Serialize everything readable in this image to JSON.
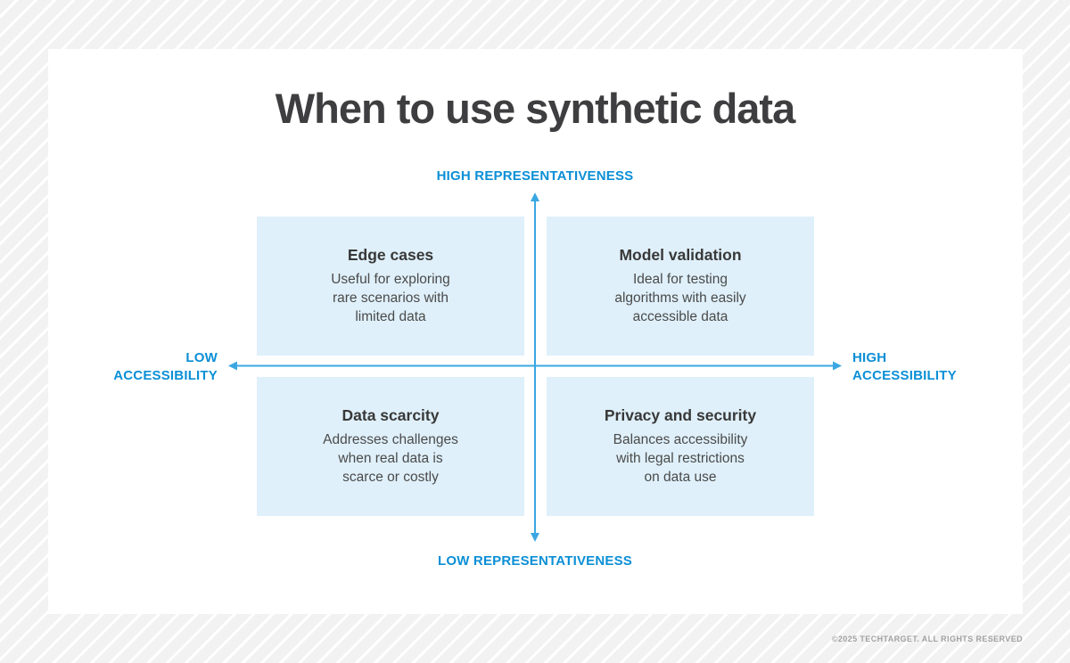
{
  "title": "When to use synthetic data",
  "colors": {
    "accent_blue": "#0b8fd6",
    "arrow_blue": "#3aa7e2",
    "quadrant_bg": "#dff0fa",
    "title_gray": "#3e3e40",
    "body_gray": "#4a4a4a",
    "footer_gray": "#a2a2a2",
    "stripe_gray": "#f2f2f3"
  },
  "axes": {
    "top_label": "HIGH REPRESENTATIVENESS",
    "bottom_label": "LOW REPRESENTATIVENESS",
    "left_label_lines": [
      "LOW",
      "ACCESSIBILITY"
    ],
    "right_label_lines": [
      "HIGH",
      "ACCESSIBILITY"
    ]
  },
  "quadrants": [
    {
      "position": "top-left",
      "heading": "Edge cases",
      "body_lines": [
        "Useful for exploring",
        "rare scenarios with",
        "limited data"
      ]
    },
    {
      "position": "top-right",
      "heading": "Model validation",
      "body_lines": [
        "Ideal for testing",
        "algorithms with easily",
        "accessible data"
      ]
    },
    {
      "position": "bottom-left",
      "heading": "Data scarcity",
      "body_lines": [
        "Addresses challenges",
        "when real data is",
        "scarce or costly"
      ]
    },
    {
      "position": "bottom-right",
      "heading": "Privacy and security",
      "body_lines": [
        "Balances accessibility",
        "with legal restrictions",
        "on data use"
      ]
    }
  ],
  "footer": "©2025 TECHTARGET. ALL RIGHTS RESERVED"
}
